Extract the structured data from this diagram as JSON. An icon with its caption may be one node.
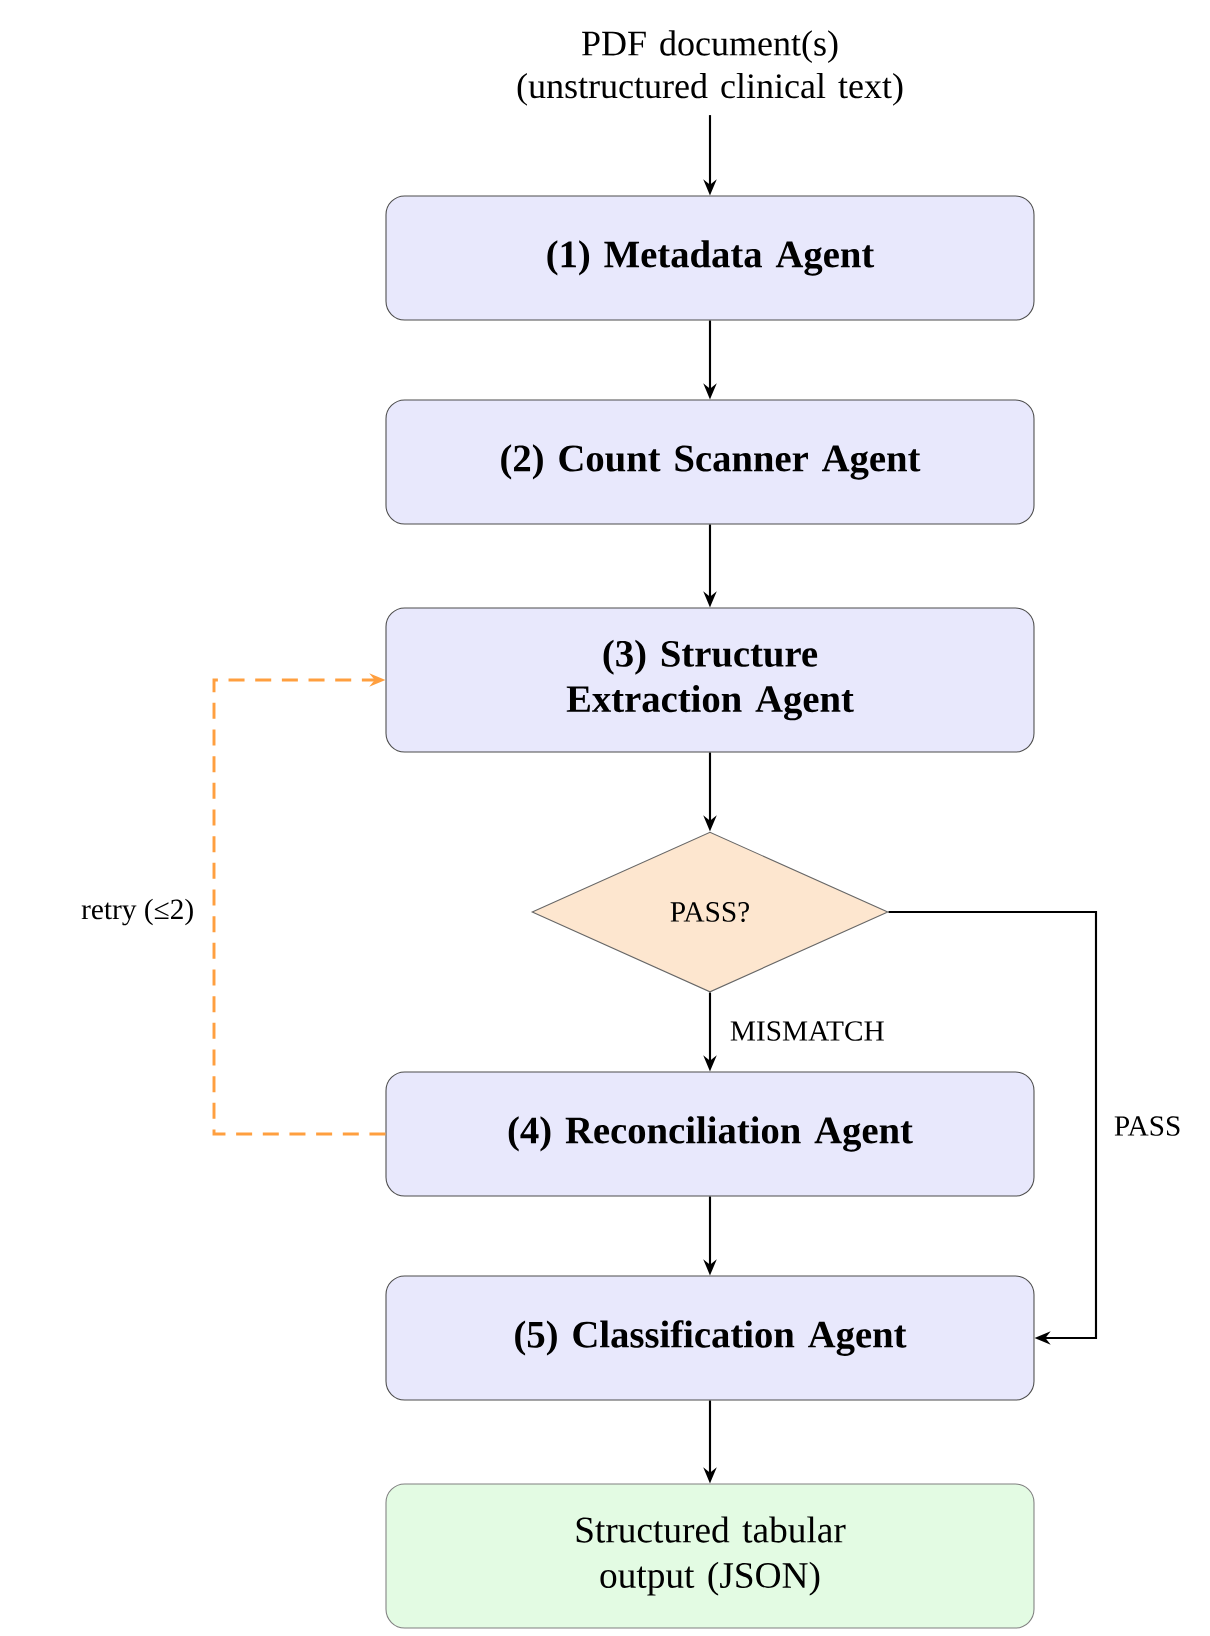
{
  "diagram": {
    "nodes": [
      {
        "text": [
          "PDF document(s) (unstructured clinical text)"
        ]
      },
      {
        "text": [
          "(1) Metadata Agent"
        ]
      },
      {
        "text": [
          "(2) Count Scanner Agent"
        ]
      },
      {
        "text": [
          "(3) Structure Extraction Agent"
        ]
      },
      {
        "text": [
          "PASS?"
        ]
      },
      {
        "text": [
          "(4) Reconciliation Agent"
        ]
      },
      {
        "text": [
          "(5) Classification Agent"
        ]
      },
      {
        "text": [
          "Structured tabular output (JSON)"
        ]
      }
    ],
    "edges": [
      {
        "from": 0,
        "to": 1,
        "arrow": "to"
      },
      {
        "from": 1,
        "to": 2,
        "arrow": "to"
      },
      {
        "from": 2,
        "to": 3,
        "arrow": "to"
      },
      {
        "from": 3,
        "to": 4,
        "arrow": "to"
      },
      {
        "from": 4,
        "to": 5,
        "arrow": "to",
        "label": "MISMATCH"
      },
      {
        "from": 4,
        "to": 6,
        "arrow": "to",
        "label": "PASS"
      },
      {
        "from": 5,
        "to": 6,
        "arrow": "to"
      },
      {
        "from": 6,
        "to": 7,
        "arrow": "to"
      },
      {
        "from": 5,
        "to": 3,
        "arrow": "to",
        "label": "retry (≤2)",
        "style": "dashed",
        "color": "#ff9f3f"
      }
    ]
  }
}
